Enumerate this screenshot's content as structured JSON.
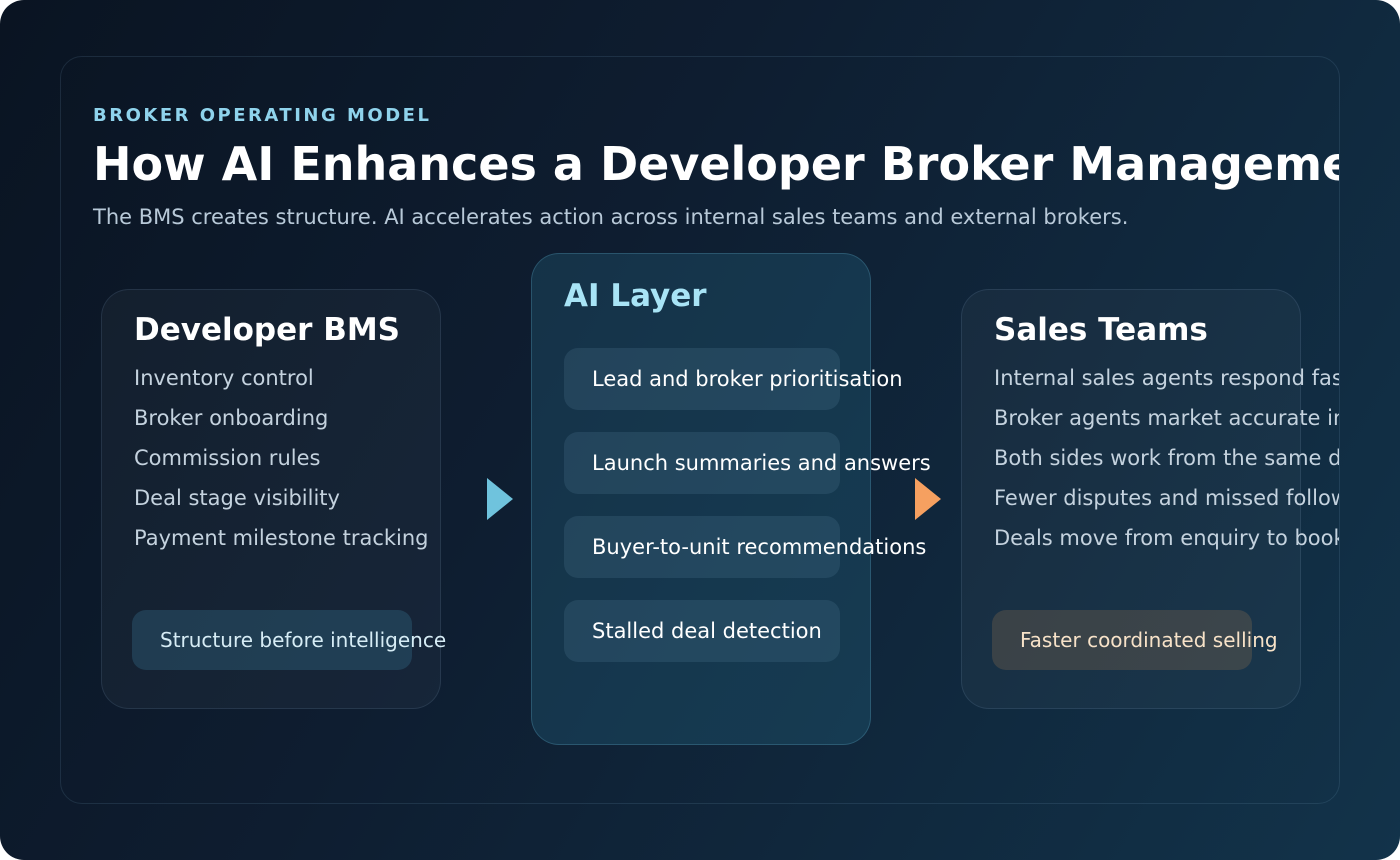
{
  "header": {
    "eyebrow": "BROKER OPERATING MODEL",
    "title": "How AI Enhances a Developer Broker Management System",
    "subtitle": "The BMS creates structure. AI accelerates action across internal sales teams and external brokers."
  },
  "developer_bms": {
    "title": "Developer BMS",
    "items": [
      "Inventory control",
      "Broker onboarding",
      "Commission rules",
      "Deal stage visibility",
      "Payment milestone tracking"
    ],
    "chip": "Structure before intelligence"
  },
  "ai_layer": {
    "title": "AI Layer",
    "capabilities": [
      "Lead and broker prioritisation",
      "Launch summaries and answers",
      "Buyer-to-unit recommendations",
      "Stalled deal detection"
    ]
  },
  "sales_teams": {
    "title": "Sales Teams",
    "items": [
      "Internal sales agents respond faster",
      "Broker agents market accurate inventory",
      "Both sides work from the same data",
      "Fewer disputes and missed follow-ups",
      "Deals move from enquiry to booking faster"
    ],
    "chip": "Faster coordinated selling"
  },
  "colors": {
    "eyebrow": "#8fd3ec",
    "ai_title": "#a8e4f6",
    "arrow_in": "#6fc3dd",
    "arrow_out": "#f6a060"
  }
}
